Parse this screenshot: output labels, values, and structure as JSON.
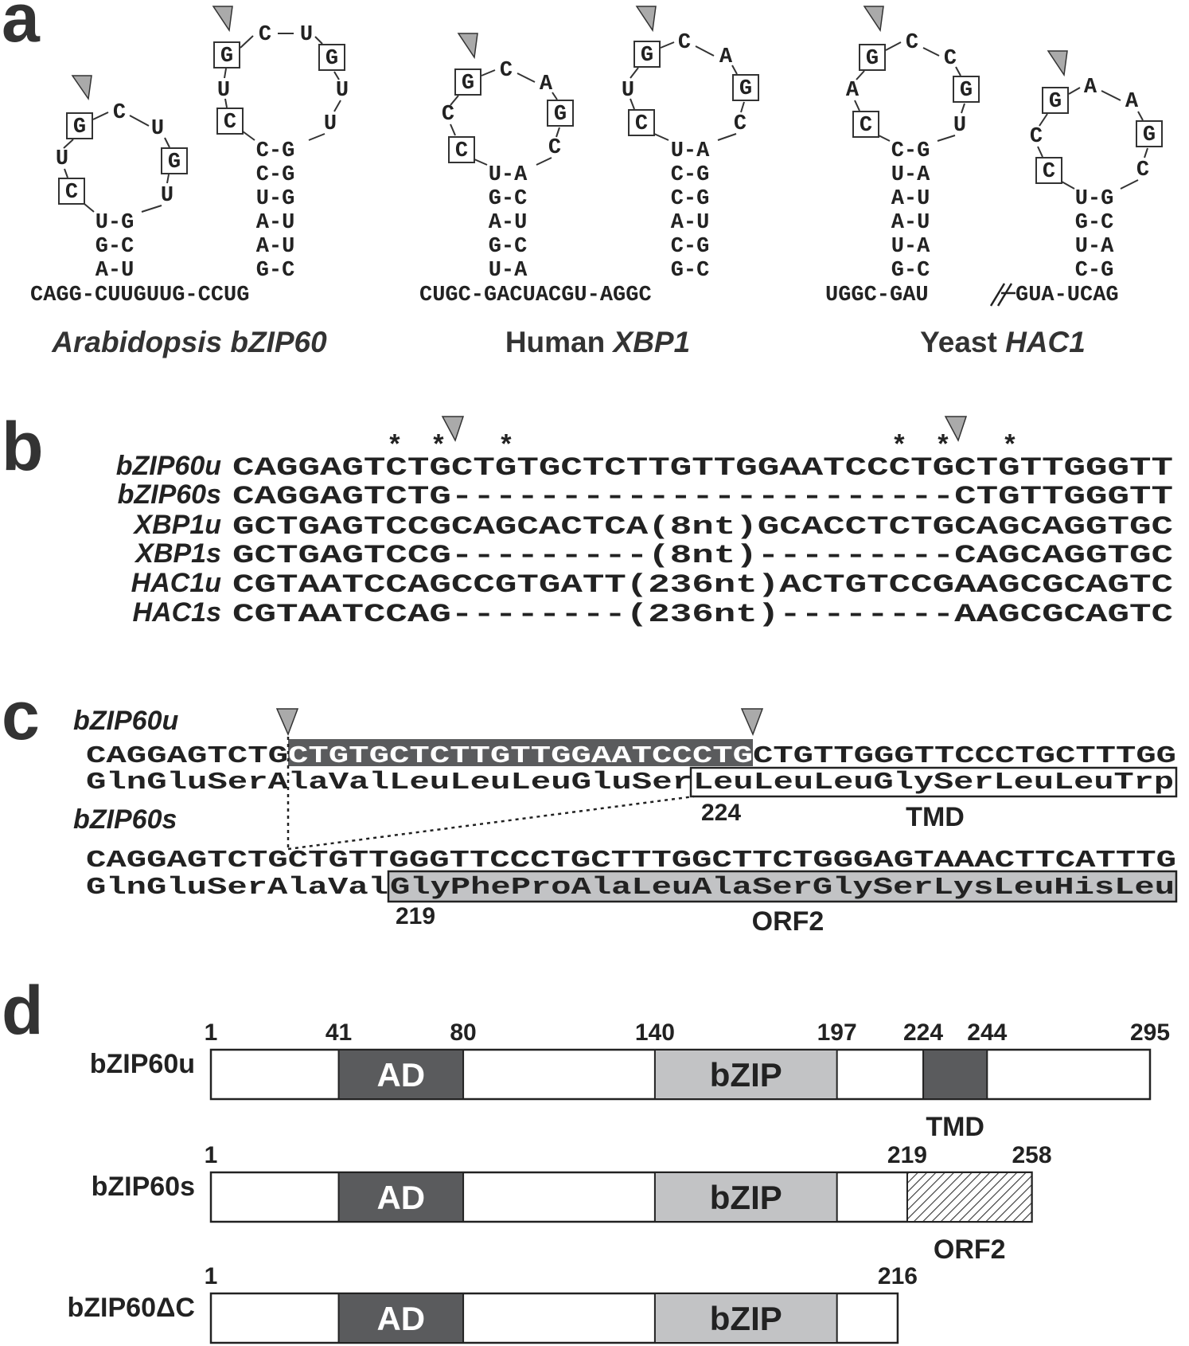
{
  "panels": {
    "a": "a",
    "b": "b",
    "c": "c",
    "d": "d"
  },
  "colors": {
    "dark_domain": "#5a5b5d",
    "light_domain": "#c2c3c5",
    "marker": "#aaaaaa",
    "ink": "#222222"
  },
  "panel_a": {
    "arabidopsis": {
      "italic_caption": "Arabidopsis bZIP60",
      "base": "CAGG-CUUGUUG-CCUG",
      "hp1": {
        "boxed_g": "G",
        "boxed_c": "C",
        "loop_letters": [
          "C",
          "U",
          "U",
          "U",
          "U"
        ],
        "boxed_g2": "G",
        "stem": [
          "U-G",
          "G-C",
          "A-U"
        ]
      },
      "hp2": {
        "boxed_g": "G",
        "boxed_c": "C",
        "loop_letters": [
          "C",
          "U",
          "U",
          "U",
          "U"
        ],
        "boxed_g2": "G",
        "stem": [
          "C-G",
          "C-G",
          "U-G",
          "A-U",
          "A-U",
          "G-C"
        ]
      }
    },
    "human": {
      "caption_plain": "Human ",
      "caption_italic": "XBP1",
      "base": "CUGC-GACUACGU-AGGC",
      "hp1": {
        "boxed_g": "G",
        "boxed_c": "C",
        "loop_letters": [
          "C",
          "A",
          "C",
          "C"
        ],
        "boxed_g2": "G",
        "stem": [
          "U-A",
          "G-C",
          "A-U",
          "G-C",
          "U-A"
        ]
      },
      "hp2": {
        "boxed_g": "G",
        "boxed_c": "C",
        "loop_letters": [
          "C",
          "A",
          "C",
          "U"
        ],
        "boxed_g2": "G",
        "stem": [
          "U-A",
          "C-G",
          "C-G",
          "A-U",
          "C-G",
          "G-C"
        ]
      }
    },
    "yeast": {
      "caption_plain": "Yeast ",
      "caption_italic": "HAC1",
      "base_left": "UGGC-GAU",
      "base_right": "GUA-UCAG",
      "hp1": {
        "boxed_g": "G",
        "boxed_c": "C",
        "loop_letters": [
          "C",
          "C",
          "U",
          "A"
        ],
        "boxed_g2": "G",
        "stem": [
          "C-G",
          "U-A",
          "A-U",
          "A-U",
          "U-A",
          "G-C"
        ]
      },
      "hp2": {
        "boxed_g": "G",
        "boxed_c": "C",
        "loop_letters": [
          "A",
          "A",
          "C",
          "C"
        ],
        "boxed_g2": "G",
        "stem": [
          "U-G",
          "G-C",
          "U-A",
          "C-G"
        ]
      }
    }
  },
  "panel_b": {
    "rows": [
      {
        "label": "bZIP60u",
        "seq": "CAGGAGTCTGCTGTGCTCTTGTTGGAATCCCTGCTGTTGGGTT"
      },
      {
        "label": "bZIP60s",
        "seq": "CAGGAGTCTG-----------------------CTGTTGGGTT"
      },
      {
        "label": "XBP1u",
        "seq": "GCTGAGTCCGCAGCACTCA(8nt)GCACCTCTGCAGCAGGTGC"
      },
      {
        "label": "XBP1s",
        "seq": "GCTGAGTCCG---------(8nt)---------CAGCAGGTGC"
      },
      {
        "label": "HAC1u",
        "seq": "CGTAATCCAGCCGTGATT(236nt)ACTGTCCGAAGCGCAGTC"
      },
      {
        "label": "HAC1s",
        "seq": "CGTAATCCAG--------(236nt)--------AAGCGCAGTC"
      }
    ],
    "star": "*"
  },
  "panel_c": {
    "label_u": "bZIP60u",
    "label_s": "bZIP60s",
    "u_nt_pre": "CAGGAGTCTG",
    "u_nt_intron": "CTGTGCTCTTGTTGGAATCCCTG",
    "u_nt_post": "CTGTTGGGTTCCCTGCTTTGG",
    "u_aa_pre": "GlnGluSerAlaValLeuLeuLeuGluSer",
    "u_aa_tmd": "LeuLeuLeuGlySerLeuLeuTrp",
    "u_num": "224",
    "u_tag": "TMD",
    "s_nt": "CAGGAGTCTGCTGTTGGGTTCCCTGCTTTGGCTTCTGGGAGTAAACTTCATTTG",
    "s_aa_pre": "GlnGluSerAlaVal",
    "s_aa_orf": "GlyPheProAlaLeuAlaSerGlySerLysLeuHisLeu",
    "s_num": "219",
    "s_tag": "ORF2"
  },
  "panel_d": {
    "rows": [
      {
        "name": "bZIP60u",
        "length": 295,
        "domains": [
          {
            "name": "AD",
            "start": 41,
            "end": 80,
            "style": "dark"
          },
          {
            "name": "bZIP",
            "start": 140,
            "end": 197,
            "style": "light"
          },
          {
            "name": "",
            "start": 224,
            "end": 244,
            "style": "dark"
          }
        ],
        "ticks": [
          "1",
          "41",
          "80",
          "140",
          "197",
          "224",
          "244",
          "295"
        ],
        "tick_positions": [
          1,
          41,
          80,
          140,
          197,
          224,
          244,
          295
        ],
        "under_label": "TMD"
      },
      {
        "name": "bZIP60s",
        "length": 258,
        "domains": [
          {
            "name": "AD",
            "start": 41,
            "end": 80,
            "style": "dark"
          },
          {
            "name": "bZIP",
            "start": 140,
            "end": 197,
            "style": "light"
          },
          {
            "name": "",
            "start": 219,
            "end": 258,
            "style": "hatch"
          }
        ],
        "ticks": [
          "1",
          "219",
          "258"
        ],
        "tick_positions": [
          1,
          219,
          258
        ],
        "under_label": "ORF2"
      },
      {
        "name": "bZIP60ΔC",
        "length": 216,
        "domains": [
          {
            "name": "AD",
            "start": 41,
            "end": 80,
            "style": "dark"
          },
          {
            "name": "bZIP",
            "start": 140,
            "end": 197,
            "style": "light"
          }
        ],
        "ticks": [
          "1",
          "216"
        ],
        "tick_positions": [
          1,
          216
        ],
        "under_label": ""
      }
    ]
  }
}
